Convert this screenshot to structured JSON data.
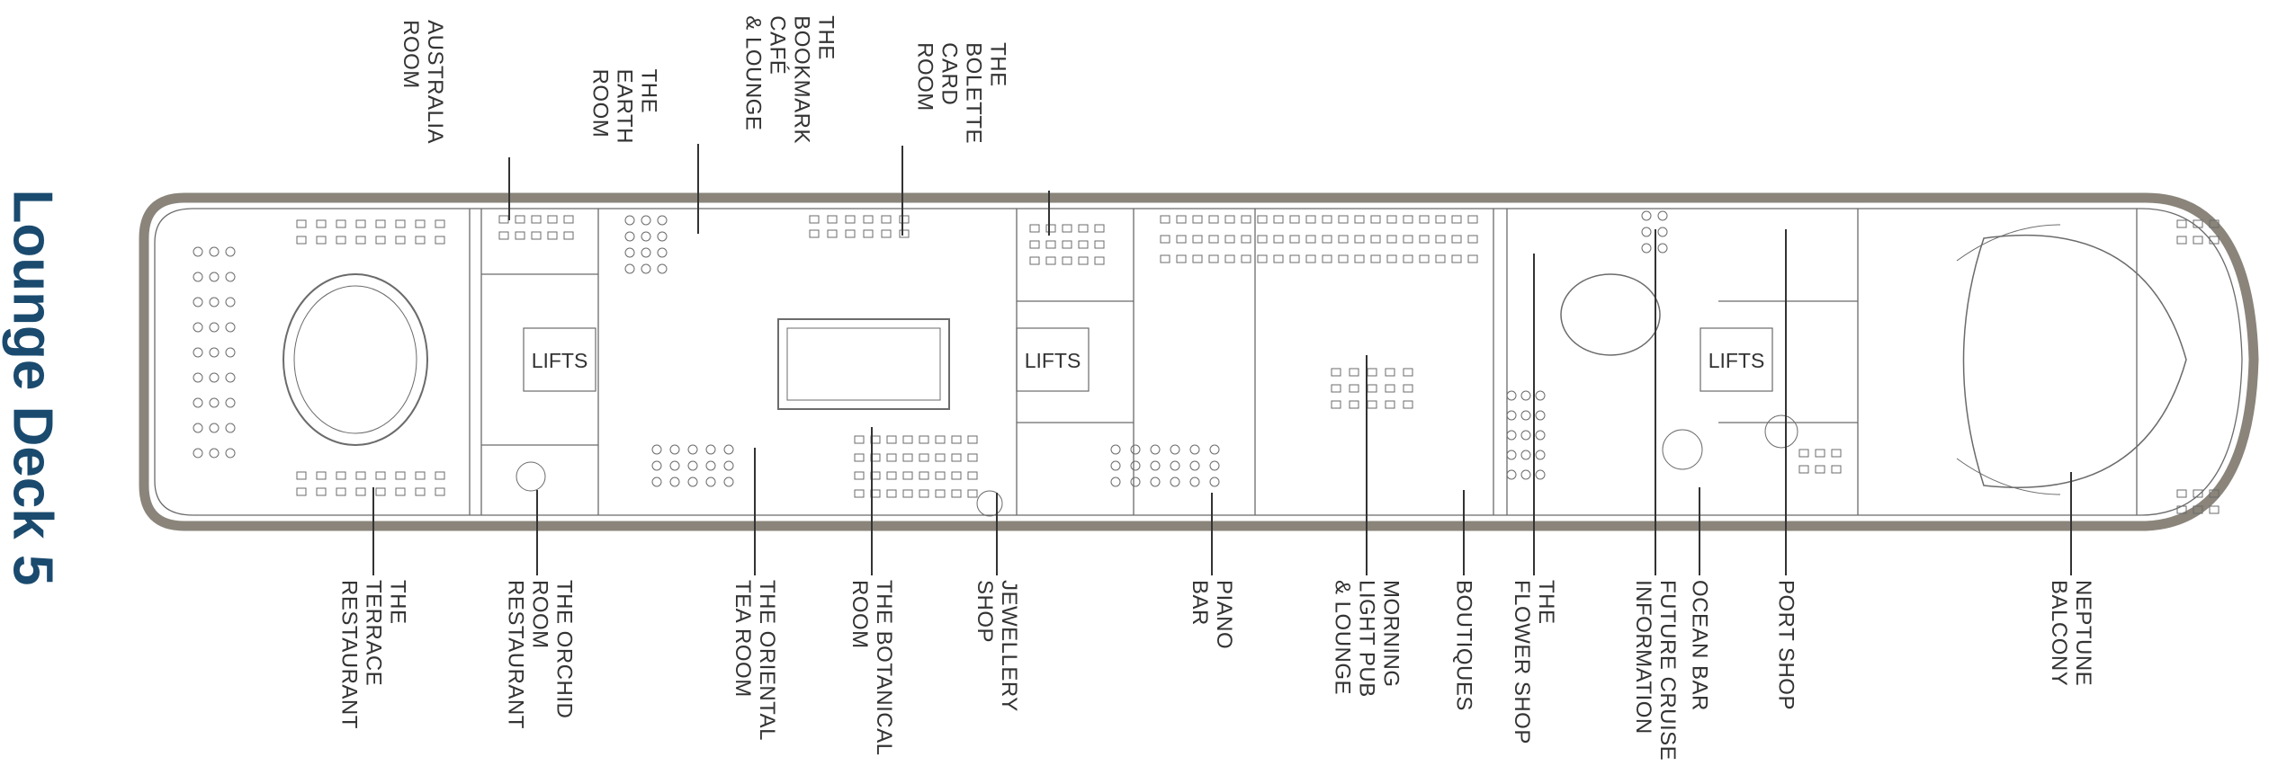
{
  "title": "Lounge Deck 5",
  "colors": {
    "title": "#1a4a6e",
    "hull": "#8a847a",
    "lines": "#6b6b6b",
    "text": "#333333"
  },
  "lifts_label": "LIFTS",
  "top_labels": [
    {
      "id": "australia-room",
      "text": "AUSTRALIA\nROOM"
    },
    {
      "id": "earth-room",
      "text": "THE\nEARTH\nROOM"
    },
    {
      "id": "bookmark-cafe",
      "text": "THE\nBOOKMARK\nCAFÉ\n& LOUNGE"
    },
    {
      "id": "bolette-card-room",
      "text": "THE\nBOLETTE\nCARD\nROOM"
    }
  ],
  "bottom_labels": [
    {
      "id": "terrace-restaurant",
      "text": "THE\nTERRACE\nRESTAURANT"
    },
    {
      "id": "orchid-room-restaurant",
      "text": "THE ORCHID\nROOM\nRESTAURANT"
    },
    {
      "id": "oriental-tea-room",
      "text": "THE ORIENTAL\nTEA ROOM"
    },
    {
      "id": "botanical-room",
      "text": "THE BOTANICAL\nROOM"
    },
    {
      "id": "jewellery-shop",
      "text": "JEWELLERY\nSHOP"
    },
    {
      "id": "piano-bar",
      "text": "PIANO\nBAR"
    },
    {
      "id": "morning-light-pub",
      "text": "MORNING\nLIGHT PUB\n& LOUNGE"
    },
    {
      "id": "boutiques",
      "text": "BOUTIQUES"
    },
    {
      "id": "flower-shop",
      "text": "THE\nFLOWER SHOP"
    },
    {
      "id": "future-cruise-information",
      "text": "FUTURE CRUISE\nINFORMATION"
    },
    {
      "id": "ocean-bar",
      "text": "OCEAN BAR"
    },
    {
      "id": "port-shop",
      "text": "PORT SHOP"
    },
    {
      "id": "neptune-balcony",
      "text": "NEPTUNE\nBALCONY"
    }
  ]
}
